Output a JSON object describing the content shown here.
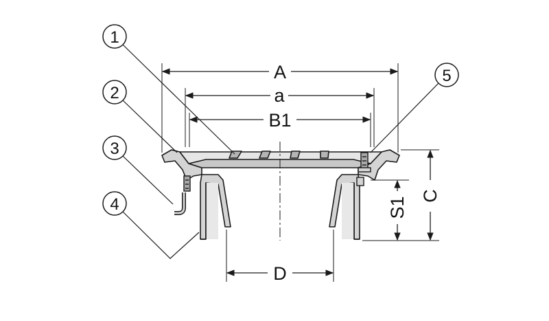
{
  "callouts": [
    {
      "id": "1",
      "text": "1"
    },
    {
      "id": "2",
      "text": "2"
    },
    {
      "id": "3",
      "text": "3"
    },
    {
      "id": "4",
      "text": "4"
    },
    {
      "id": "5",
      "text": "5"
    }
  ],
  "dimensions": {
    "A": "A",
    "a": "a",
    "B1": "B1",
    "C": "C",
    "S1": "S1",
    "D": "D"
  },
  "colors": {
    "line": "#1a1a1a",
    "part_fill": "#d4d4d4",
    "part_dark": "#a8a8a8"
  }
}
